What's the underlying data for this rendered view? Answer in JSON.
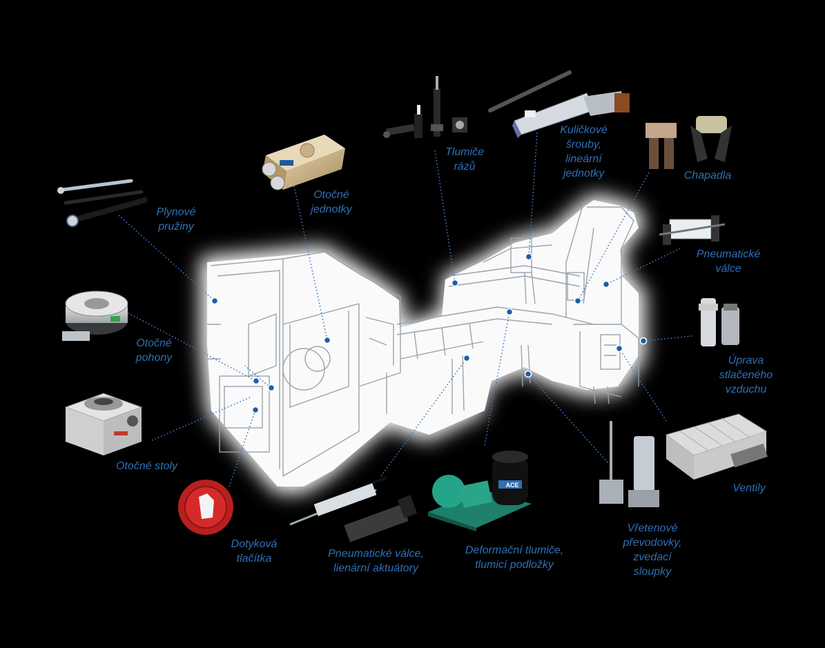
{
  "colors": {
    "background": "#000000",
    "label": "#2f6fb5",
    "dot": "#1a5fa8",
    "leader": "#3f7ac4",
    "machine_glow": "#ffffff",
    "machine_line": "#9aa3ad"
  },
  "labels": {
    "tlumice_razu": [
      "Tlumiče",
      "rázů"
    ],
    "kulickove_srouby": [
      "Kuličkové",
      "šrouby,",
      "lineární",
      "jednotky"
    ],
    "chapadla": [
      "Chapadla"
    ],
    "plynove_pruziny": [
      "Plynové",
      "pružiny"
    ],
    "otocne_jednotky": [
      "Otočné",
      "jednotky"
    ],
    "pneumaticke_valce_right": [
      "Pneumatické",
      "válce"
    ],
    "otocne_pohony": [
      "Otočné",
      "pohony"
    ],
    "uprava_vzduchu": [
      "Úprava",
      "stlačeného",
      "vzduchu"
    ],
    "otocne_stoly": [
      "Otočné stoly"
    ],
    "ventily": [
      "Ventily"
    ],
    "dotykova_tlacitka": [
      "Dotyková",
      "tlačítka"
    ],
    "pneumaticke_valce_bottom": [
      "Pneumatické válce,",
      "lienární aktuátory"
    ],
    "deformacni_tlumice": [
      "Deformační tlumiče,",
      "tlumicí podložky"
    ],
    "vretenove_prevodovky": [
      "Vřetenové",
      "převodovky,",
      "zvedací",
      "sloupky"
    ]
  },
  "brand_marks": {
    "ace_logo": "ACE"
  }
}
